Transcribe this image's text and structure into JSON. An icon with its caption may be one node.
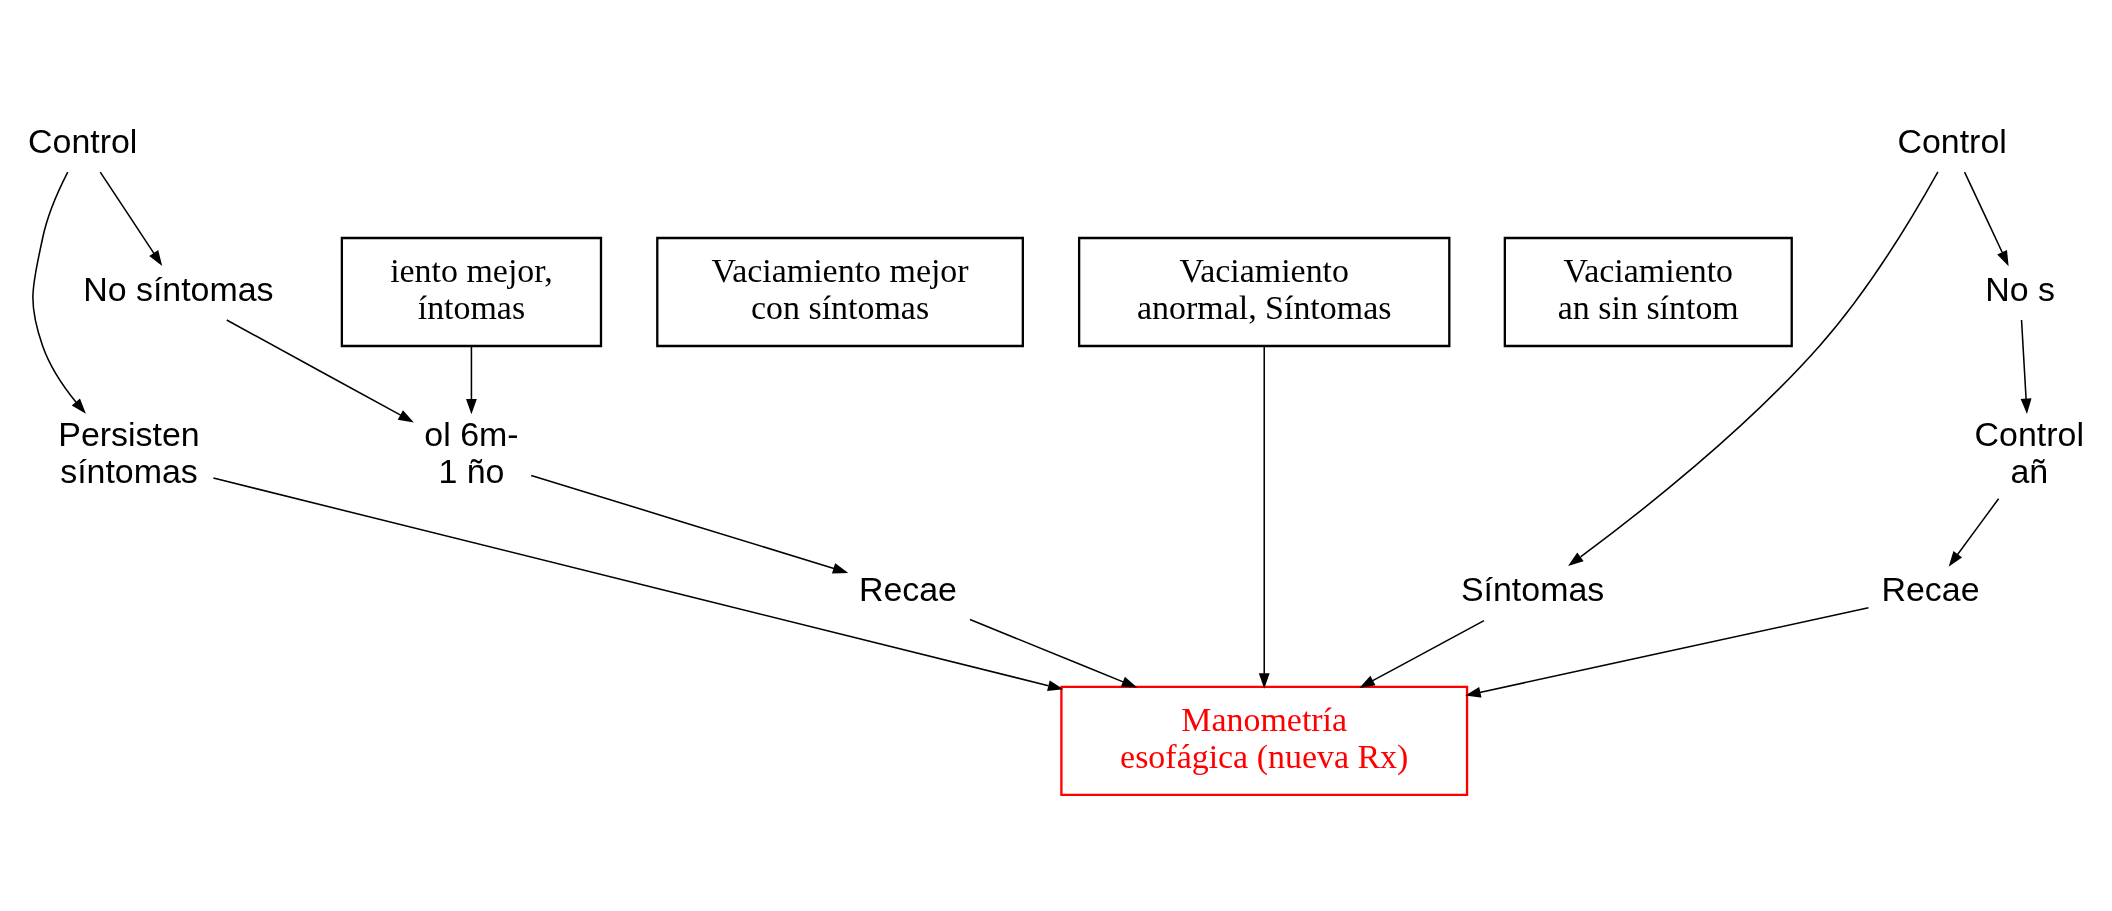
{
  "diagram": {
    "nodes": [
      {
        "text": [
          "iento mejor, íntomas"
        ]
      },
      {
        "text": [
          "Vaciamiento mejor con síntomas"
        ]
      },
      {
        "text": [
          "Vaciamiento anormal, Síntomas"
        ]
      },
      {
        "text": [
          "Vaciamiento an sin síntom"
        ]
      },
      {
        "text": [
          "Control"
        ]
      },
      {
        "text": [
          "No síntomas"
        ]
      },
      {
        "text": [
          "ol 6m- 1 ño"
        ]
      },
      {
        "text": [
          "Persisten síntomas"
        ]
      },
      {
        "text": [
          "Recae"
        ]
      },
      {
        "text": [
          "Manometría esofágica (nueva Rx)"
        ]
      },
      {
        "text": [
          "Control"
        ]
      },
      {
        "text": [
          "Síntomas"
        ]
      },
      {
        "text": [
          "No s"
        ]
      },
      {
        "text": [
          "Control añ"
        ]
      },
      {
        "text": [
          "Recae"
        ]
      }
    ],
    "edges": [
      {
        "from": 0,
        "to": 6,
        "arrow": "to"
      },
      {
        "from": 4,
        "to": 5,
        "arrow": "to"
      },
      {
        "from": 5,
        "to": 6,
        "arrow": "to"
      },
      {
        "from": 4,
        "to": 7,
        "arrow": "to"
      },
      {
        "from": 6,
        "to": 8,
        "arrow": "to"
      },
      {
        "from": 7,
        "to": 9,
        "arrow": "to"
      },
      {
        "from": 8,
        "to": 9,
        "arrow": "to"
      },
      {
        "from": 2,
        "to": 9,
        "arrow": "to"
      },
      {
        "from": 11,
        "to": 9,
        "arrow": "to"
      },
      {
        "from": 10,
        "to": 11,
        "arrow": "to"
      },
      {
        "from": 10,
        "to": 12,
        "arrow": "to"
      },
      {
        "from": 12,
        "to": 13,
        "arrow": "to"
      },
      {
        "from": 13,
        "to": 14,
        "arrow": "to"
      },
      {
        "from": 14,
        "to": 9,
        "arrow": "to"
      }
    ]
  }
}
